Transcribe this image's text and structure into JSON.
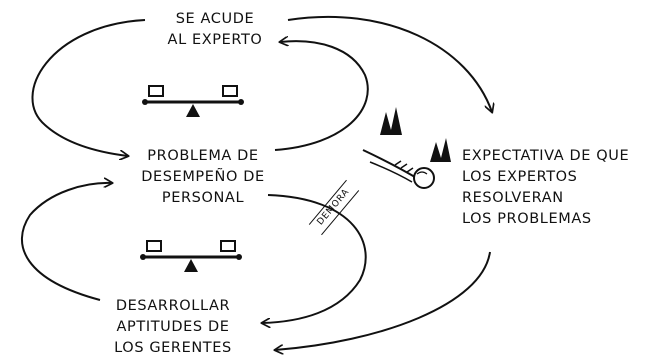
{
  "nodes": {
    "expert": [
      "SE ACUDE",
      "AL EXPERTO"
    ],
    "problem": [
      "PROBLEMA DE",
      "DESEMPEÑO DE",
      "PERSONAL"
    ],
    "develop": [
      "DESARROLLAR",
      "APTITUDES DE",
      "LOS GERENTES"
    ],
    "expectation": [
      "EXPECTATIVA DE QUE",
      "LOS EXPERTOS",
      "RESOLVERAN",
      "LOS PROBLEMAS"
    ]
  },
  "delay_label": "DEMORA",
  "icons": [
    "balance-icon",
    "balance-icon",
    "snowball-icon"
  ],
  "colors": {
    "ink": "#111111",
    "background": "#ffffff"
  }
}
